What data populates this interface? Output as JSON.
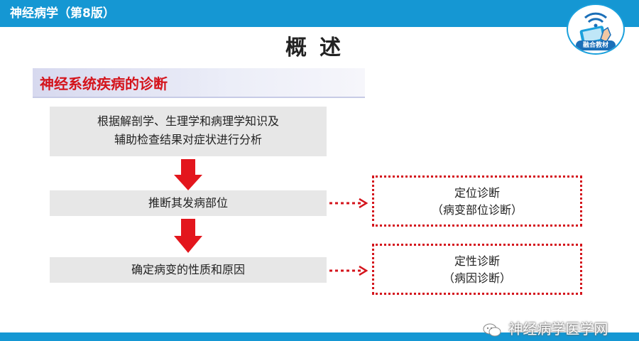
{
  "header": {
    "book_title": "神经病学（第8版）",
    "badge_label": "融合教材",
    "bar_color": "#1597d3"
  },
  "page_title": "概述",
  "section": {
    "title": "神经系统疾病的诊断",
    "title_color": "#d4141c"
  },
  "steps": [
    {
      "lines": [
        "根据解剖学、生理学和病理学知识及",
        "辅助检查结果对症状进行分析"
      ]
    },
    {
      "label": "推断其发病部位"
    },
    {
      "label": "确定病变的性质和原因"
    }
  ],
  "results": [
    {
      "title": "定位诊断",
      "subtitle": "（病变部位诊断）"
    },
    {
      "title": "定性诊断",
      "subtitle": "（病因诊断）"
    }
  ],
  "watermark": {
    "text": "神经病学医学网",
    "icon": "wechat-icon"
  },
  "colors": {
    "accent_red": "#d4141c",
    "step_bg": "#e7e7e7",
    "brand_blue": "#1597d3"
  }
}
